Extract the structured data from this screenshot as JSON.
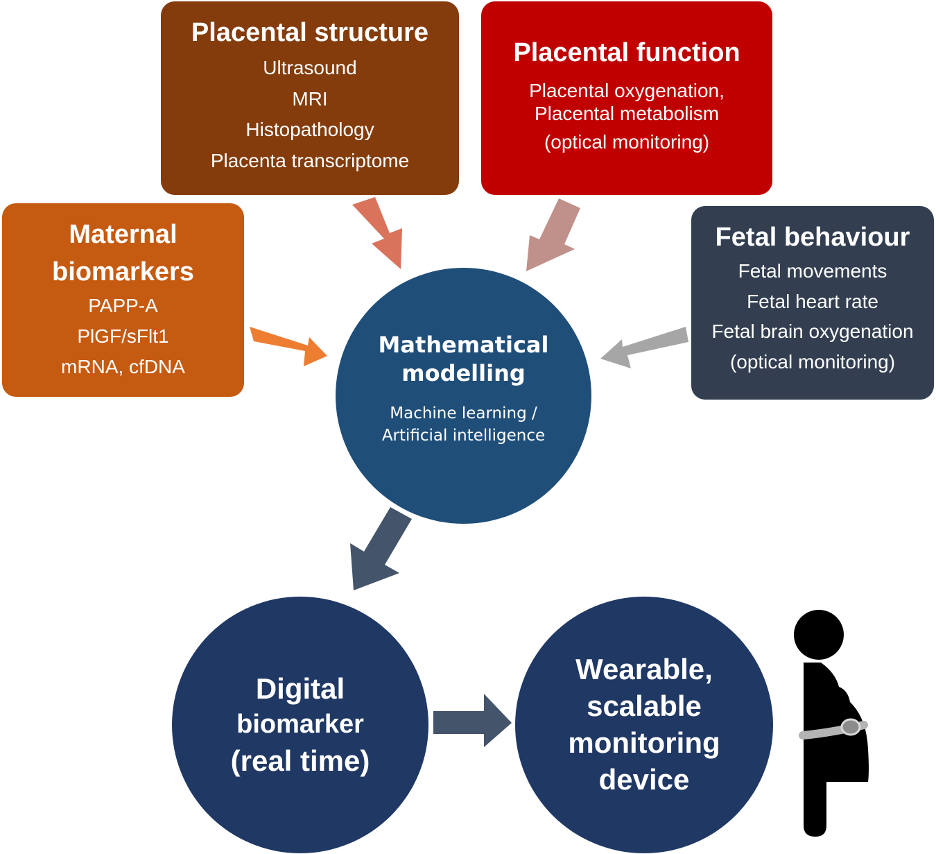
{
  "placental_structure": {
    "title": "Placental structure",
    "items": [
      "Ultrasound",
      "MRI",
      "Histopathology",
      "Placenta transcriptome"
    ]
  },
  "placental_function": {
    "title": "Placental function",
    "items": [
      "Placental oxygenation,",
      "Placental metabolism",
      "(optical monitoring)"
    ]
  },
  "maternal_biomarkers": {
    "title_line1": "Maternal",
    "title_line2": "biomarkers",
    "items": [
      "PAPP-A",
      "PlGF/sFlt1",
      "mRNA, cfDNA"
    ]
  },
  "fetal_behaviour": {
    "title": "Fetal behaviour",
    "items": [
      "Fetal movements",
      "Fetal heart rate",
      "Fetal brain oxygenation",
      "(optical monitoring)"
    ]
  },
  "mathematical_modelling": {
    "title_line1": "Mathematical",
    "title_line2": "modelling",
    "sub_line1": "Machine learning /",
    "sub_line2": "Artificial intelligence"
  },
  "digital_biomarker": {
    "line1": "Digital",
    "line2": "biomarker",
    "line3": "(real time)"
  },
  "wearable_device": {
    "line1": "Wearable,",
    "line2": "scalable",
    "line3": "monitoring",
    "line4": "device"
  },
  "icons": [
    "pregnant-woman-icon",
    "wearable-belt-icon"
  ],
  "colors": {
    "placental_structure": "#843c0c",
    "placental_function": "#c00000",
    "maternal_biomarkers": "#c55a11",
    "fetal_behaviour": "#333f50",
    "mathematical_modelling": "#1f4e79",
    "output_circles": "#203864",
    "arrow_structure": "#d9735b",
    "arrow_function": "#c0908a",
    "arrow_maternal": "#ed7d31",
    "arrow_fetal": "#a6a6a6",
    "arrow_output": "#44546a"
  }
}
